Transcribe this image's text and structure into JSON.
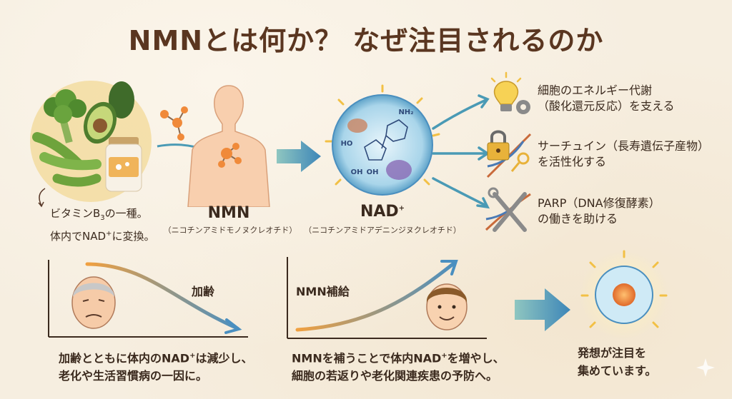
{
  "title": "NMNとは何か？ なぜ注目されるのか",
  "food": {
    "note_line1": "ビタミンB",
    "note_sub": "3",
    "note_line1_end": "の一種。",
    "note_line2_pre": "体内でNAD",
    "note_sup": "+",
    "note_line2_end": "に変換。"
  },
  "nmn": {
    "label": "NMN",
    "full": "（ニコチンアミドモノヌクレオチド）"
  },
  "nad": {
    "label": "NAD",
    "sup": "+",
    "full": "（ニコチンアミドアデニンジヌクレオチド）",
    "nh2": "NH₂",
    "ho": "HO",
    "oh1": "OH",
    "oh2": "OH"
  },
  "effects": [
    {
      "line1": "細胞のエネルギー代謝",
      "line2": "（酸化還元反応）を支える"
    },
    {
      "line1": "サーチュイン（長寿遺伝子産物）",
      "line2": "を活性化する"
    },
    {
      "line1": "PARP（DNA修復酵素）",
      "line2": "の働きを助ける"
    }
  ],
  "decline": {
    "axis_label": "加齢",
    "caption_pre": "加齢とともに体内のNAD",
    "caption_sup": "+",
    "caption_end": "は減少し、",
    "caption_line2": "老化や生活習慣病の一因に。"
  },
  "supplement": {
    "axis_label": "NMN補給",
    "caption_pre": "NMNを補うことで体内NAD",
    "caption_sup": "+",
    "caption_end": "を増やし、",
    "caption_line2": "細胞の若返りや老化関連疾患の予防へ。"
  },
  "conclusion": {
    "line1": "発想が注目を",
    "line2": "集めています。"
  },
  "colors": {
    "title": "#5a3620",
    "arrow_teal": "#4a9ab5",
    "curve_start": "#f0a040",
    "curve_end": "#4a8fc0"
  }
}
